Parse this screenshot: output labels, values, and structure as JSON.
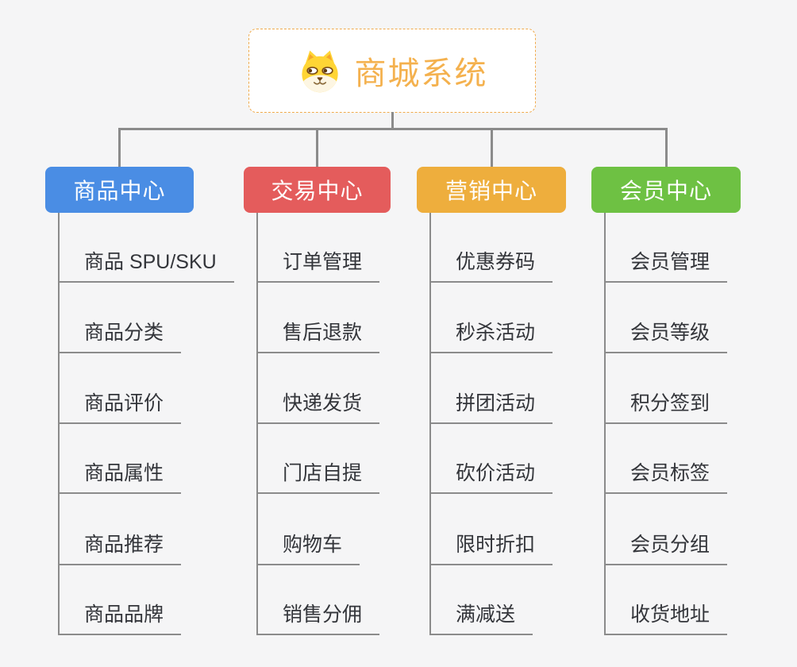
{
  "page": {
    "background_color": "#f5f5f6",
    "connector_color": "#8b8b8b"
  },
  "root": {
    "title": "商城系统",
    "icon": "shiba-dog-icon",
    "title_color": "#f4b14e",
    "border_color": "#f0aa4c"
  },
  "branches": [
    {
      "label": "商品中心",
      "color": "#4a8de4",
      "items": [
        "商品 SPU/SKU",
        "商品分类",
        "商品评价",
        "商品属性",
        "商品推荐",
        "商品品牌"
      ]
    },
    {
      "label": "交易中心",
      "color": "#e45c5c",
      "items": [
        "订单管理",
        "售后退款",
        "快递发货",
        "门店自提",
        "购物车",
        "销售分佣"
      ]
    },
    {
      "label": "营销中心",
      "color": "#eeae3d",
      "items": [
        "优惠券码",
        "秒杀活动",
        "拼团活动",
        "砍价活动",
        "限时折扣",
        "满减送"
      ]
    },
    {
      "label": "会员中心",
      "color": "#6ec143",
      "items": [
        "会员管理",
        "会员等级",
        "积分签到",
        "会员标签",
        "会员分组",
        "收货地址"
      ]
    }
  ]
}
